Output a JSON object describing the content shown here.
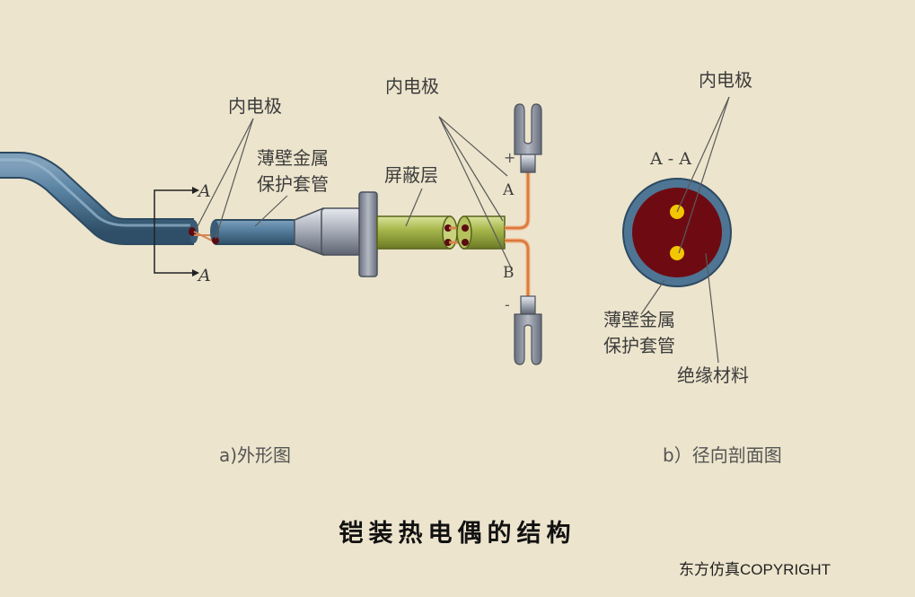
{
  "labels": {
    "inner_electrode_left": "内电极",
    "sheath_left_line1": "薄壁金属",
    "sheath_left_line2": "保护套管",
    "section_mark_top": "A",
    "section_mark_bottom": "A",
    "inner_electrode_mid": "内电极",
    "shield_layer": "屏蔽层",
    "plus": "+",
    "minus": "-",
    "terminal_a": "A",
    "terminal_b": "B",
    "inner_electrode_right": "内电极",
    "section_aa": "A - A",
    "sheath_right_line1": "薄壁金属",
    "sheath_right_line2": "保护套管",
    "insulation": "绝缘材料"
  },
  "captions": {
    "a": "a)外形图",
    "b": "b）径向剖面图"
  },
  "title": "铠装热电偶的结构",
  "copyright": "东方仿真COPYRIGHT",
  "colors": {
    "background": "#ece4cc",
    "sheath": "#4a7290",
    "shield": "#a8b84a",
    "conductor": "#e08a52",
    "insulation": "#6e0b12",
    "electrode_dot": "#f2c600",
    "terminal": "#9aa0ad"
  }
}
